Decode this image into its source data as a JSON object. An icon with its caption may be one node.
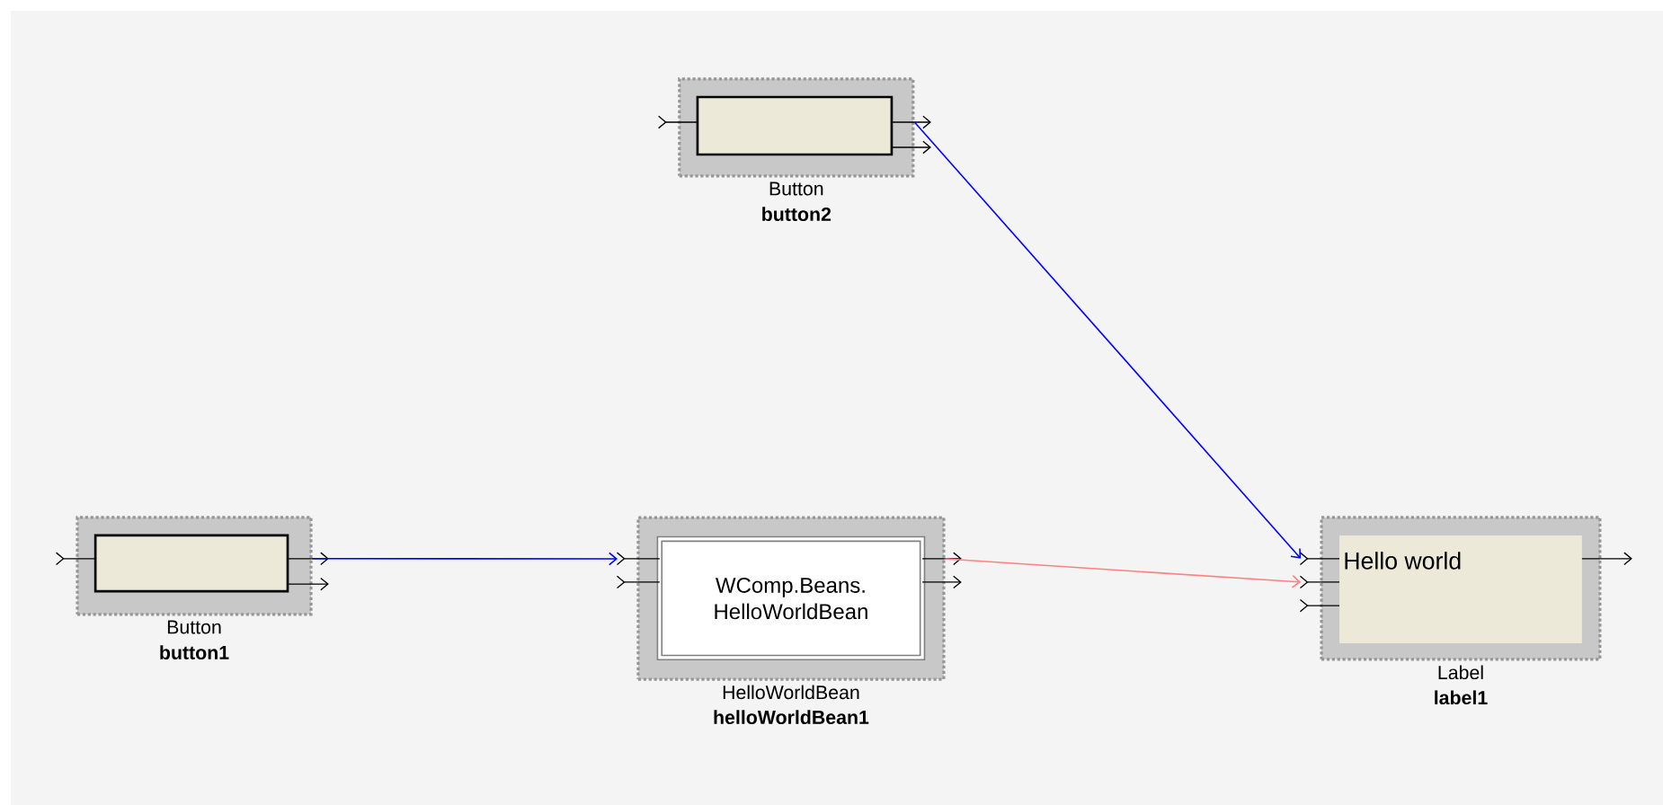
{
  "diagram": {
    "nodes": [
      {
        "text": [],
        "shape": "box",
        "beside": [
          "Button",
          "button2"
        ]
      },
      {
        "text": [],
        "shape": "box",
        "beside": [
          "Button",
          "button1"
        ]
      },
      {
        "text": [
          "WComp.Beans. HelloWorldBean"
        ],
        "beside": [
          "HelloWorldBean",
          "helloWorldBean1"
        ]
      },
      {
        "text": [
          "Hello world"
        ],
        "beside": [
          "Label",
          "label1"
        ]
      }
    ],
    "edges": [
      {
        "from": 1,
        "to": 2,
        "arrow": "to",
        "color": "#0000ff"
      },
      {
        "from": 2,
        "to": 3,
        "arrow": "to",
        "color": "#ff8080"
      },
      {
        "from": 0,
        "to": 3,
        "arrow": "to",
        "color": "#0000ff"
      }
    ]
  }
}
